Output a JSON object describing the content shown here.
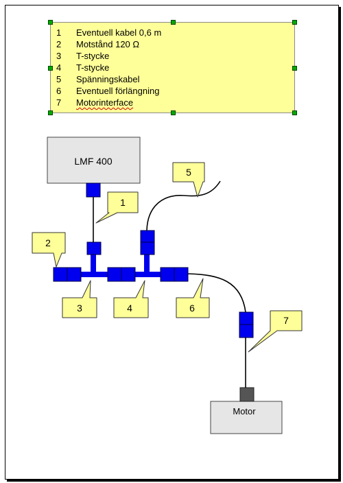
{
  "legend": {
    "items": [
      {
        "num": "1",
        "text": "Eventuell kabel 0,6 m"
      },
      {
        "num": "2",
        "text": "Motstånd 120 Ω"
      },
      {
        "num": "3",
        "text": "T-stycke"
      },
      {
        "num": "4",
        "text": "T-stycke"
      },
      {
        "num": "5",
        "text": "Spänningskabel"
      },
      {
        "num": "6",
        "text": "Eventuell förlängning"
      },
      {
        "num": "7",
        "text": "Motorinterface"
      }
    ]
  },
  "devices": {
    "lmf": "LMF 400",
    "motor": "Motor"
  },
  "callouts": {
    "c1": "1",
    "c2": "2",
    "c3": "3",
    "c4": "4",
    "c5": "5",
    "c6": "6",
    "c7": "7"
  },
  "colors": {
    "connector": "#0000ee",
    "callout_fill": "#ffff99",
    "device_fill": "#e6e6e6",
    "motor_plug": "#555555"
  }
}
